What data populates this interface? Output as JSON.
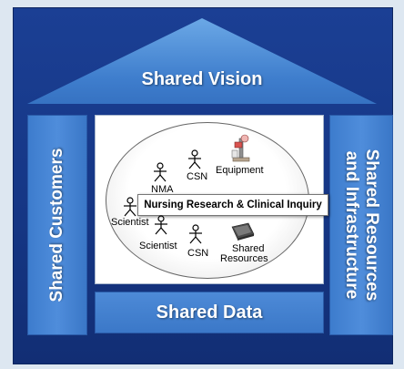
{
  "roof": {
    "label": "Shared Vision"
  },
  "left_pillar": {
    "label": "Shared Customers"
  },
  "right_pillar": {
    "line1": "Shared Resources",
    "line2": "and Infrastructure"
  },
  "floor": {
    "label": "Shared Data"
  },
  "center": {
    "banner": "Nursing Research & Clinical Inquiry",
    "nodes": {
      "nma": "NMA",
      "csn_top": "CSN",
      "equipment": "Equipment",
      "scientist_left": "Scientist",
      "scientist_bottom": "Scientist",
      "csn_bottom": "CSN",
      "shared_resources_line1": "Shared",
      "shared_resources_line2": "Resources"
    }
  }
}
